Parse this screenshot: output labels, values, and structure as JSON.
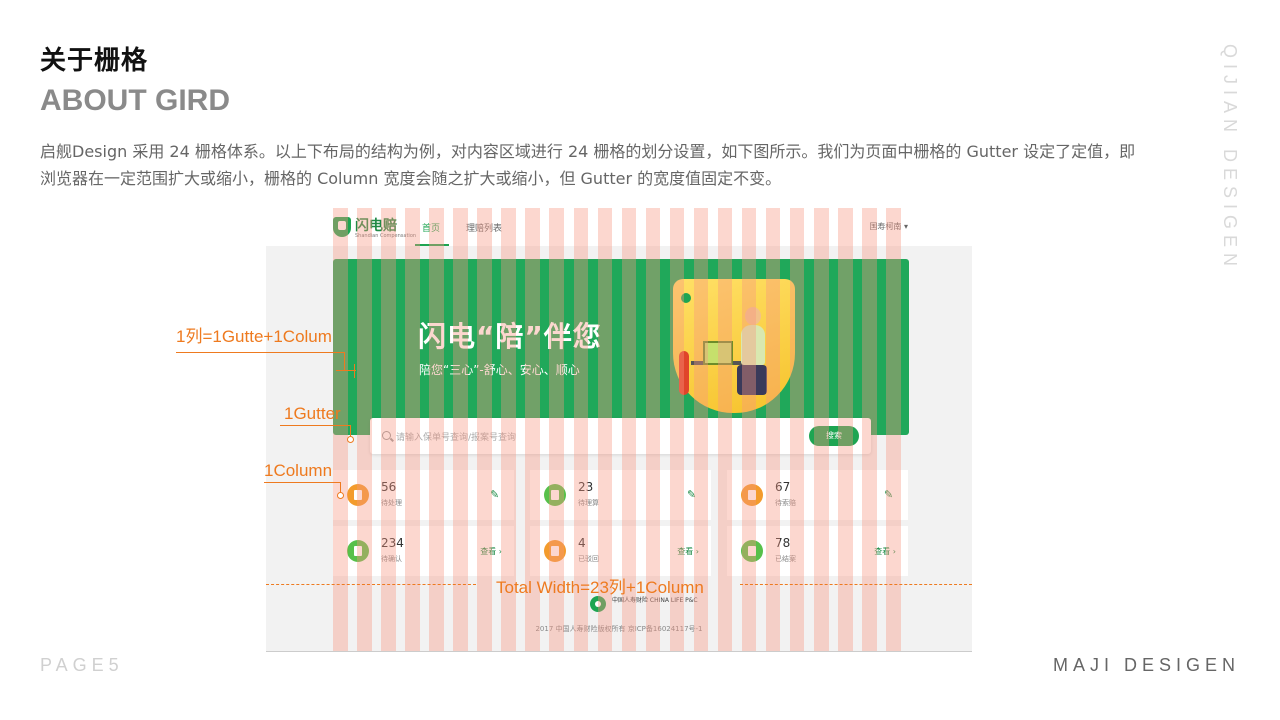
{
  "header": {
    "title_cn": "关于栅格",
    "title_en": "ABOUT GIRD",
    "description": "启舰Design 采用 24 栅格体系。以上下布局的结构为例，对内容区域进行 24 栅格的划分设置，如下图所示。我们为页面中栅格的 Gutter 设定了定值，即浏览器在一定范围扩大或缩小，栅格的 Column 宽度会随之扩大或缩小，但 Gutter 的宽度值固定不变。"
  },
  "side_text": "QIJIAN DESIGEN",
  "footer": {
    "page": "PAGE5",
    "brand": "MAJI DESIGEN"
  },
  "mock": {
    "logo": "闪电赔",
    "logo_sub": "Shandian Compensation",
    "nav": {
      "home": "首页",
      "claims": "理赔列表",
      "user": "国寿柯南"
    },
    "banner": {
      "title": "闪电“陪”伴您",
      "subtitle": "陪您“三心”-舒心、安心、顺心"
    },
    "search": {
      "placeholder": "请输入保单号查询/报案号查询",
      "button": "搜索"
    },
    "cards_row1": [
      {
        "value": "56",
        "label": "待处理"
      },
      {
        "value": "23",
        "label": "待理算"
      },
      {
        "value": "67",
        "label": "待索赔"
      }
    ],
    "cards_row2": [
      {
        "value": "234",
        "label": "待确认",
        "action": "查看 ›"
      },
      {
        "value": "4",
        "label": "已驳回",
        "action": "查看 ›"
      },
      {
        "value": "78",
        "label": "已结案",
        "action": "查看 ›"
      }
    ],
    "footer_brand": "中国人寿财险 CHINA LIFE P&C",
    "copyright": "2017 中国人寿财险版权所有 京ICP备16024117号-1"
  },
  "annotations": {
    "column_formula": "1列=1Gutte+1Colum",
    "gutter": "1Gutter",
    "column": "1Column",
    "total": "Total Width=23列+1Column"
  },
  "colors": {
    "accent_orange": "#ee7a1f",
    "brand_green": "#1ea552",
    "grid_overlay": "#f79682"
  }
}
